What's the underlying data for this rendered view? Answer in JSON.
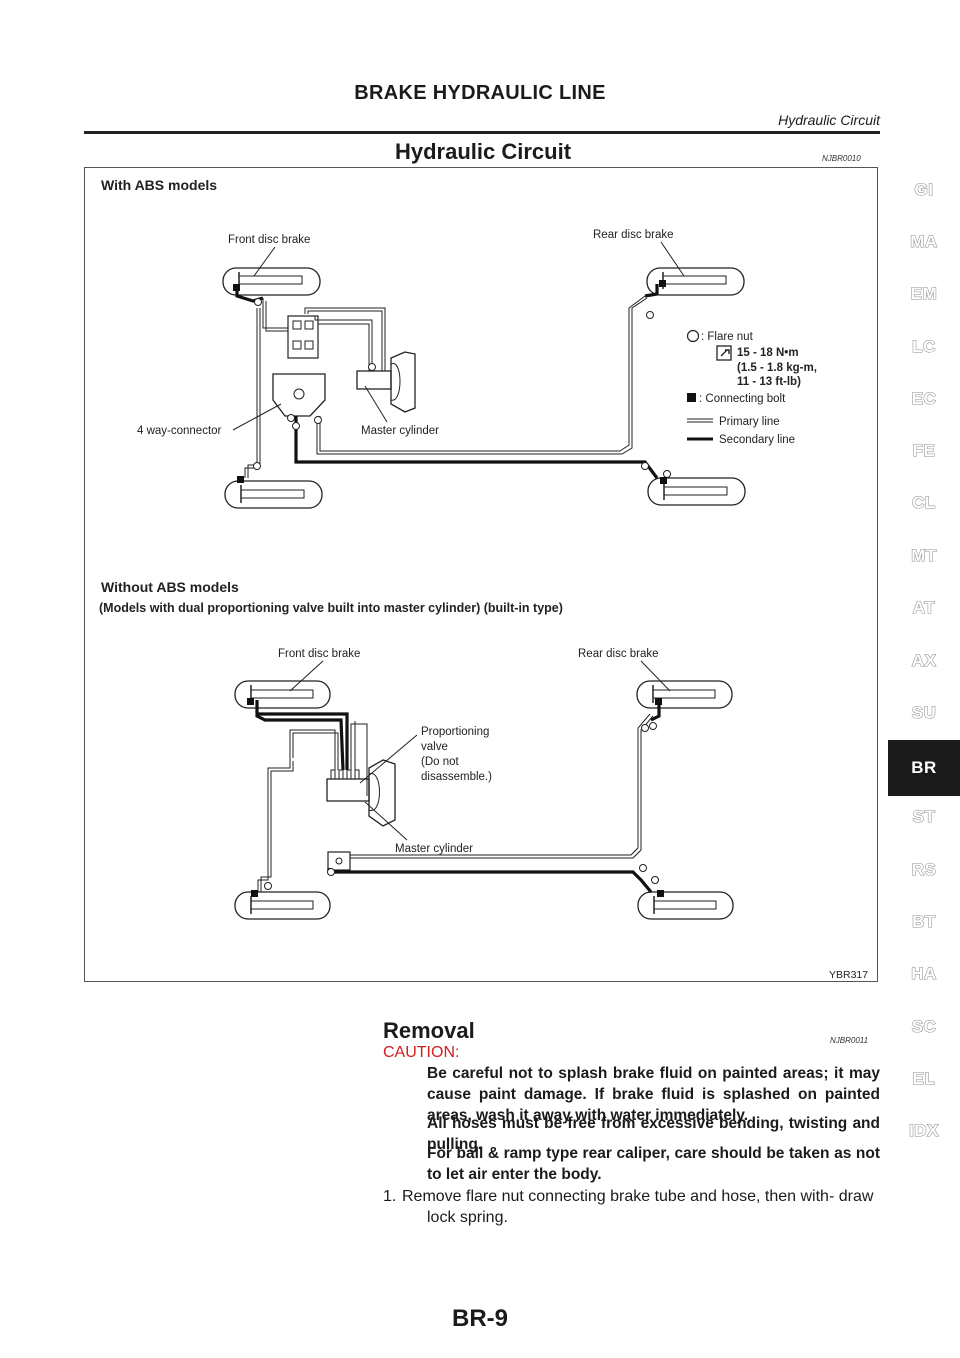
{
  "header": {
    "title": "BRAKE HYDRAULIC LINE",
    "subtitle": "Hydraulic Circuit"
  },
  "section1": {
    "title": "Hydraulic Circuit",
    "code": "NJBR0010"
  },
  "figure": {
    "abs_heading": "With ABS models",
    "abs_front_label": "Front disc brake",
    "abs_rear_label": "Rear disc brake",
    "abs_connector_label": "4 way-connector",
    "abs_master_label": "Master cylinder",
    "legend": {
      "flare_nut": ": Flare nut",
      "torque_1": "15 - 18 N•m",
      "torque_2": "(1.5 - 1.8 kg-m,",
      "torque_3": "11 - 13 ft-lb)",
      "connecting_bolt": ": Connecting bolt",
      "primary_line": "Primary line",
      "secondary_line": "Secondary line"
    },
    "nonabs_heading": "Without ABS models",
    "nonabs_subheading": "(Models with dual proportioning valve built into master cylinder) (built-in type)",
    "nonabs_front_label": "Front disc brake",
    "nonabs_rear_label": "Rear disc brake",
    "valve_label_1": "Proportioning",
    "valve_label_2": "valve",
    "valve_label_3": "(Do not",
    "valve_label_4": "disassemble.)",
    "nonabs_master_label": "Master cylinder",
    "figure_code": "YBR317"
  },
  "section2": {
    "title": "Removal",
    "code": "NJBR0011",
    "caution_label": "CAUTION:",
    "cautions": [
      "Be careful not to splash brake fluid on painted areas; it may cause paint damage. If brake fluid is splashed on painted areas, wash it away with water immediately.",
      "All hoses must be free from excessive bending, twisting and pulling.",
      "For ball & ramp type rear caliper, care should be taken as not to let air enter the body."
    ],
    "steps": [
      {
        "num": "1.",
        "text": "Remove flare nut connecting brake tube and hose, then with- draw lock spring."
      }
    ]
  },
  "page_number": "BR-9",
  "side_tabs": [
    "GI",
    "MA",
    "EM",
    "LC",
    "EC",
    "FE",
    "CL",
    "MT",
    "AT",
    "AX",
    "SU",
    "BR",
    "ST",
    "RS",
    "BT",
    "HA",
    "SC",
    "EL",
    "IDX"
  ],
  "active_tab": "BR"
}
